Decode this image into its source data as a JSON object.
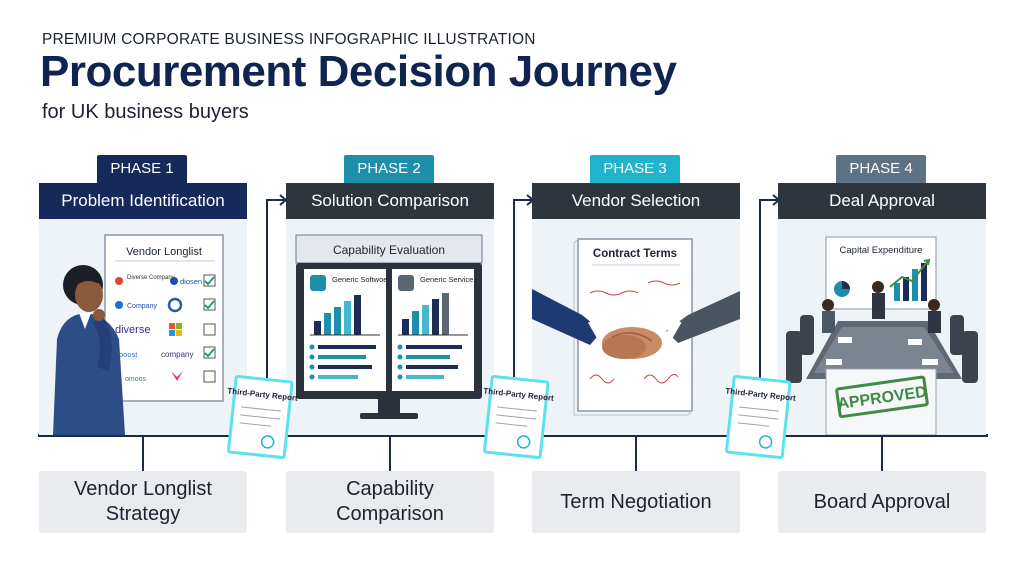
{
  "header": {
    "kicker": "PREMIUM CORPORATE BUSINESS INFOGRAPHIC ILLUSTRATION",
    "title": "Procurement Decision Journey",
    "subtitle": "for UK business buyers"
  },
  "colors": {
    "navy": "#15295a",
    "teal": "#1e8faa",
    "cyan": "#1fb3cc",
    "slate": "#5d7383",
    "charcoal": "#2f353c",
    "approved_green": "#3f8a45",
    "glow": "#5fe0ef"
  },
  "phases": [
    {
      "badge": "PHASE 1",
      "title": "Problem Identification",
      "caption": "Vendor Longlist Strategy",
      "panel": {
        "doc_title": "Vendor Longlist",
        "vendors": [
          {
            "name": "Diverse Company",
            "checked": true
          },
          {
            "name": "diosen",
            "checked": true
          },
          {
            "name": "Company",
            "checked": false
          },
          {
            "name": "diverse",
            "checked": false
          },
          {
            "name": "ooost",
            "checked": false
          },
          {
            "name": "company",
            "checked": true
          },
          {
            "name": "omoos",
            "checked": false
          }
        ]
      }
    },
    {
      "badge": "PHASE 2",
      "title": "Solution Comparison",
      "caption": "Capability Comparison",
      "panel": {
        "screen_title": "Capability Evaluation",
        "left_label": "Generic Softwoe",
        "right_label": "Generic Service"
      }
    },
    {
      "badge": "PHASE 3",
      "title": "Vendor Selection",
      "caption": "Term Negotiation",
      "panel": {
        "doc_title": "Contract Terms"
      }
    },
    {
      "badge": "PHASE 4",
      "title": "Deal Approval",
      "caption": "Board Approval",
      "panel": {
        "board_title": "Capital Expenditure",
        "stamp": "APPROVED"
      }
    }
  ],
  "reports": [
    {
      "label": "Third-Party Report"
    },
    {
      "label": "Third-Party Report"
    },
    {
      "label": "Third-Party Report"
    }
  ]
}
